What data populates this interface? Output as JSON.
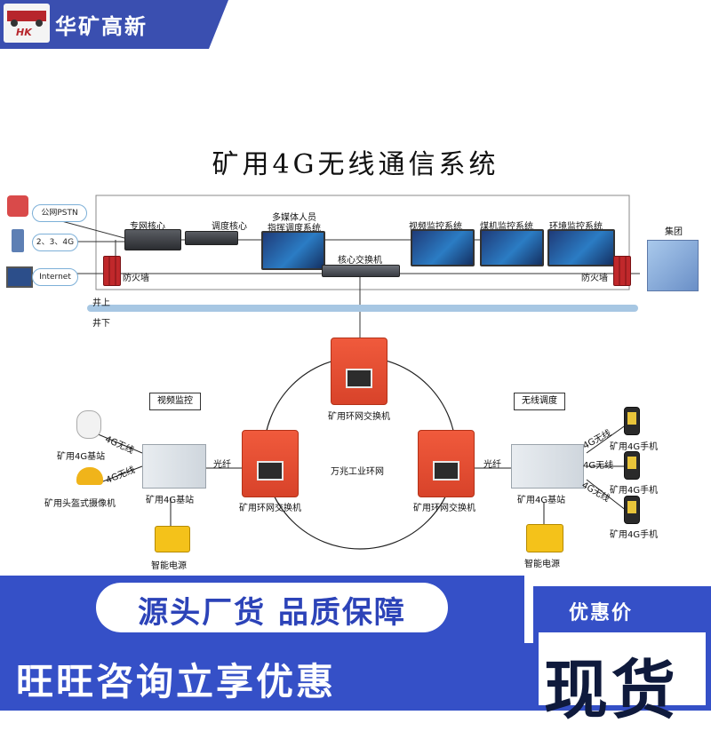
{
  "brand": {
    "name": "华矿高新",
    "logo_text": "HK"
  },
  "title": "矿用4G无线通信系统",
  "surface": {
    "clouds": [
      "公网PSTN",
      "2、3、4G",
      "Internet"
    ],
    "core": "专网核心",
    "dispatch_core": "调度核心",
    "multimedia_line1": "多媒体人员",
    "multimedia_line2": "指挥调度系统",
    "video_system": "视频监控系统",
    "coal_system": "煤机监控系统",
    "env_system": "环境监控系统",
    "core_switch": "核心交换机",
    "firewall_left": "防火墙",
    "firewall_right": "防火墙",
    "group": "集团"
  },
  "levels": {
    "above": "井上",
    "below": "井下"
  },
  "underground": {
    "ring_switch": "矿用环网交换机",
    "ring_network": "万兆工业环网",
    "fiber": "光纤",
    "base_station": "矿用4G基站",
    "left_base_station": "矿用4G基站",
    "helmet_camera": "矿用头盔式摄像机",
    "smart_power": "智能电源",
    "video_monitor_box": "视频监控",
    "wireless_dispatch_box": "无线调度",
    "wireless_4g": "4G无线",
    "phone": "矿用4G手机"
  },
  "banner": {
    "line1": "源头厂货 品质保障",
    "line2": "旺旺咨询立享优惠",
    "discount": "优惠价",
    "stock": "现货"
  },
  "colors": {
    "brand_blue": "#3a4fb0",
    "banner_blue": "#3550c7",
    "ring_red": "#e44c30"
  }
}
